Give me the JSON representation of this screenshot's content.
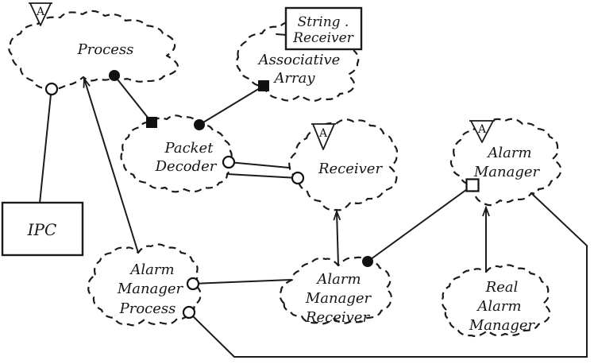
{
  "diagram": {
    "style": "booch-object-diagram",
    "background_color": "#ffffff",
    "ink_color": "#1b1b1b",
    "abstract_adornment_letter": "A"
  },
  "nodes": {
    "process": {
      "kind": "cloud",
      "abstract": true,
      "abstract_marker": "A",
      "label_lines": [
        "Process"
      ]
    },
    "associative_array": {
      "kind": "cloud",
      "label_lines": [
        "Associative",
        "Array"
      ]
    },
    "string_receiver_box": {
      "kind": "rectangle",
      "label_lines": [
        "String .",
        "Receiver"
      ]
    },
    "packet_decoder": {
      "kind": "cloud",
      "label_lines": [
        "Packet",
        "Decoder"
      ]
    },
    "receiver": {
      "kind": "cloud",
      "abstract": true,
      "abstract_marker": "A",
      "label_lines": [
        "Receiver"
      ]
    },
    "alarm_manager": {
      "kind": "cloud",
      "abstract": true,
      "abstract_marker": "A",
      "label_lines": [
        "Alarm",
        "Manager"
      ]
    },
    "ipc_box": {
      "kind": "rectangle",
      "label_lines": [
        "IPC"
      ]
    },
    "alarm_manager_process": {
      "kind": "cloud",
      "label_lines": [
        "Alarm",
        "Manager",
        "Process"
      ]
    },
    "alarm_manager_receiver": {
      "kind": "cloud",
      "label_lines": [
        "Alarm",
        "Manager",
        "Receiver"
      ]
    },
    "real_alarm_manager": {
      "kind": "cloud",
      "label_lines": [
        "Real",
        "Alarm",
        "Manager"
      ]
    }
  },
  "edges": [
    {
      "from": "process",
      "to": "packet_decoder",
      "from_end": "filled-circle",
      "to_end": "filled-square"
    },
    {
      "from": "packet_decoder",
      "to": "associative_array",
      "from_end": "filled-circle",
      "to_end": "filled-square"
    },
    {
      "from": "associative_array",
      "to": "string_receiver_box",
      "from_end": "plain",
      "to_end": "plain"
    },
    {
      "from": "process",
      "to": "ipc_box",
      "from_end": "open-circle",
      "to_end": "plain"
    },
    {
      "from": "alarm_manager_process",
      "to": "process",
      "from_end": "plain",
      "to_end": "arrowhead"
    },
    {
      "from": "packet_decoder",
      "to": "receiver",
      "from_end": "open-circle",
      "to_end": "plain"
    },
    {
      "from": "packet_decoder",
      "to": "receiver",
      "from_end": "plain",
      "to_end": "open-circle"
    },
    {
      "from": "alarm_manager_receiver",
      "to": "receiver",
      "from_end": "plain",
      "to_end": "arrowhead"
    },
    {
      "from": "alarm_manager_receiver",
      "to": "alarm_manager",
      "from_end": "filled-circle",
      "to_end": "open-square"
    },
    {
      "from": "real_alarm_manager",
      "to": "alarm_manager",
      "from_end": "plain",
      "to_end": "arrowhead"
    },
    {
      "from": "alarm_manager_process",
      "to": "alarm_manager_receiver",
      "from_end": "open-circle",
      "to_end": "plain"
    },
    {
      "from": "alarm_manager_process",
      "to": "alarm_manager",
      "from_end": "open-circle",
      "to_end": "plain",
      "route": "around-bottom-edge"
    }
  ]
}
